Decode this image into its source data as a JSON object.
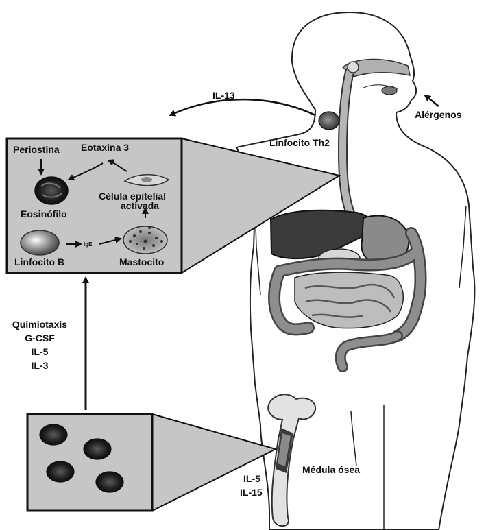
{
  "labels": {
    "il13": "IL-13",
    "alergenos": "Alérgenos",
    "th2": "Linfocito Th2",
    "periostina": "Periostina",
    "eotaxina": "Eotaxina 3",
    "celula_line1": "Célula epitelial",
    "celula_line2": "activada",
    "eosinofilo": "Eosinófilo",
    "ige": "IgE",
    "linfocito_b": "Linfocito B",
    "mastocito": "Mastocito",
    "chemo_line1": "Quimiotaxis",
    "chemo_line2": "G-CSF",
    "chemo_line3": "IL-5",
    "chemo_line4": "IL-3",
    "medula": "Médula ósea",
    "bone_line1": "IL-5",
    "bone_line2": "IL-15"
  },
  "icons": {
    "body": "human-body-silhouette-icon",
    "esophagus": "esophagus-icon",
    "liver": "liver-icon",
    "stomach": "stomach-icon",
    "intestine": "intestine-icon",
    "femur": "femur-bone-icon",
    "eosinophil": "eosinophil-cell-icon",
    "lymphocyte_b": "b-lymphocyte-cell-icon",
    "mast_cell": "mast-cell-icon",
    "epithelial": "epithelial-cell-icon",
    "th2": "th2-lymphocyte-icon"
  },
  "colors": {
    "panel": "#c6c6c6",
    "body_fill": "#ffffff",
    "outline": "#111111",
    "organ_dark": "#3a3a3a",
    "organ_mid": "#8a8a8a",
    "tube": "#a8a8a8"
  }
}
